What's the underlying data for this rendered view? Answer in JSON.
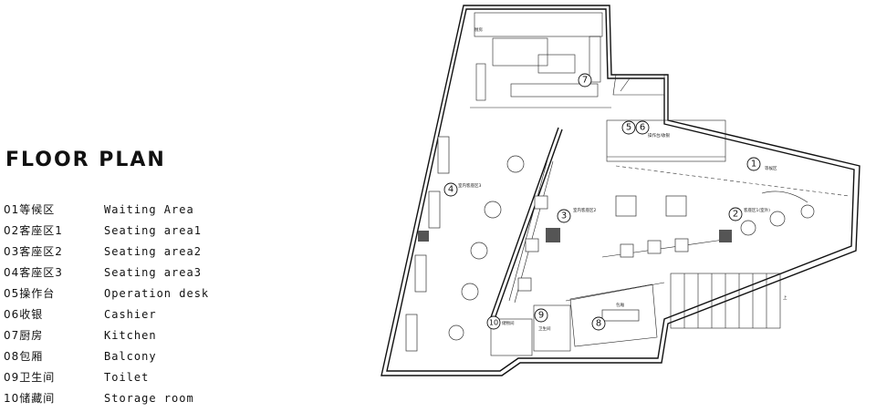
{
  "title": "FLOOR PLAN",
  "legend": [
    {
      "code": "01等候区",
      "en": "Waiting Area"
    },
    {
      "code": "02客座区1",
      "en": "Seating area1"
    },
    {
      "code": "03客座区2",
      "en": "Seating area2"
    },
    {
      "code": "04客座区3",
      "en": "Seating area3"
    },
    {
      "code": "05操作台",
      "en": "Operation desk"
    },
    {
      "code": "06收银",
      "en": "Cashier"
    },
    {
      "code": "07厨房",
      "en": "Kitchen"
    },
    {
      "code": "08包厢",
      "en": "Balcony"
    },
    {
      "code": "09卫生间",
      "en": "Toilet"
    },
    {
      "code": "10储藏间",
      "en": "Storage room"
    }
  ],
  "markers": [
    "1",
    "2",
    "3",
    "4",
    "5",
    "6",
    "7",
    "8",
    "9",
    "10"
  ],
  "room_labels": {
    "kitchen": "厨房",
    "waiting": "等候区",
    "seating1": "客座区1(室外)",
    "seating2": "室内客座区2",
    "seating3": "室内客座区3",
    "operation": "操作台/收银",
    "balcony": "包厢",
    "toilet": "卫生间",
    "storage": "储物间",
    "up": "上"
  }
}
